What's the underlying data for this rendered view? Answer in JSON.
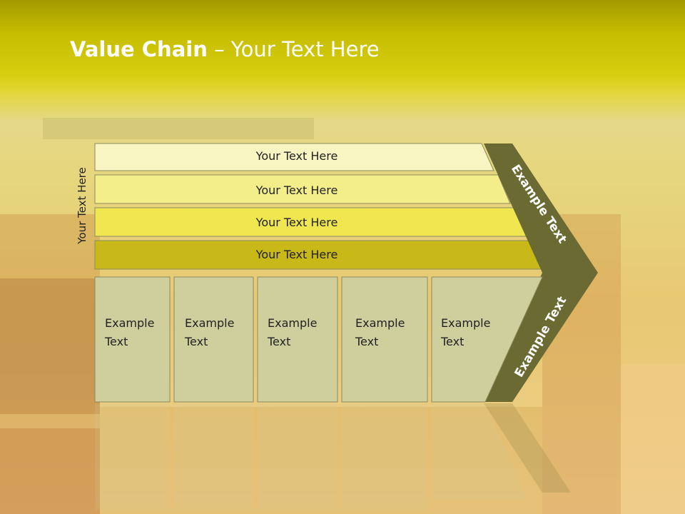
{
  "slide": {
    "title_bold": "Value Chain",
    "title_rest": " – Your Text Here",
    "side_label": "Your Text Here",
    "bars": [
      {
        "label": "Your Text Here",
        "color": "#f8f5c2"
      },
      {
        "label": "Your Text Here",
        "color": "#f4ee8a"
      },
      {
        "label": "Your Text Here",
        "color": "#f0e650"
      },
      {
        "label": "Your Text Here",
        "color": "#c8b818"
      }
    ],
    "boxes": [
      {
        "line1": "Example",
        "line2": "Text"
      },
      {
        "line1": "Example",
        "line2": "Text"
      },
      {
        "line1": "Example",
        "line2": "Text"
      },
      {
        "line1": "Example",
        "line2": "Text"
      },
      {
        "line1": "Example",
        "line2": "Text"
      }
    ],
    "arrow_top": "Example Text",
    "arrow_bottom": "Example Text",
    "colors": {
      "arrow": "#6b6a33",
      "box": "#cfcf9e",
      "title": "#ffffff"
    }
  }
}
